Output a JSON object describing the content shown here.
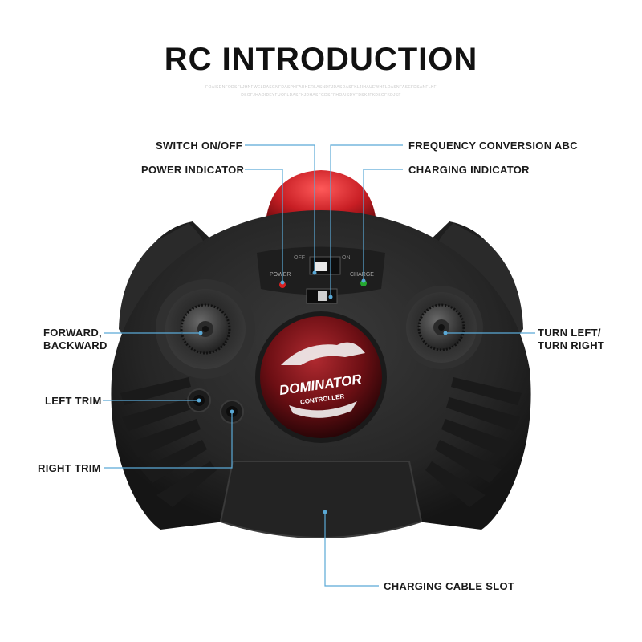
{
  "title": "RC INTRODUCTION",
  "subtitle": {
    "line1": "FOAISDNFODSFLJHNFWELDASGNFDASPHFAUHERLASNDFJDASDASFKLJIHAUEWHFLDASNFASEFDSANFLKF",
    "line2": "DSOFJHAOIDEYFUOFLDASFKJDHASFGDSFFHOAISDYFDSKJFKDSGFKDJSF"
  },
  "labels": {
    "switch": "SWITCH ON/OFF",
    "power_indicator": "POWER INDICATOR",
    "frequency": "FREQUENCY CONVERSION ABC",
    "charging_indicator": "CHARGING INDICATOR",
    "forward_backward_1": "FORWARD,",
    "forward_backward_2": "BACKWARD",
    "turn_1": "TURN LEFT/",
    "turn_2": "TURN RIGHT",
    "left_trim": "LEFT TRIM",
    "right_trim": "RIGHT TRIM",
    "cable_slot": "CHARGING CABLE SLOT"
  },
  "controller": {
    "brand": "DOMINATOR",
    "brand_sub": "CONTROLLER",
    "panel_off": "OFF",
    "panel_on": "ON",
    "panel_power": "POWER",
    "panel_charge": "CHARGE"
  },
  "colors": {
    "leader": "#5aa9d6",
    "body": "#2a2a2a",
    "accent_red": "#c81e24"
  }
}
